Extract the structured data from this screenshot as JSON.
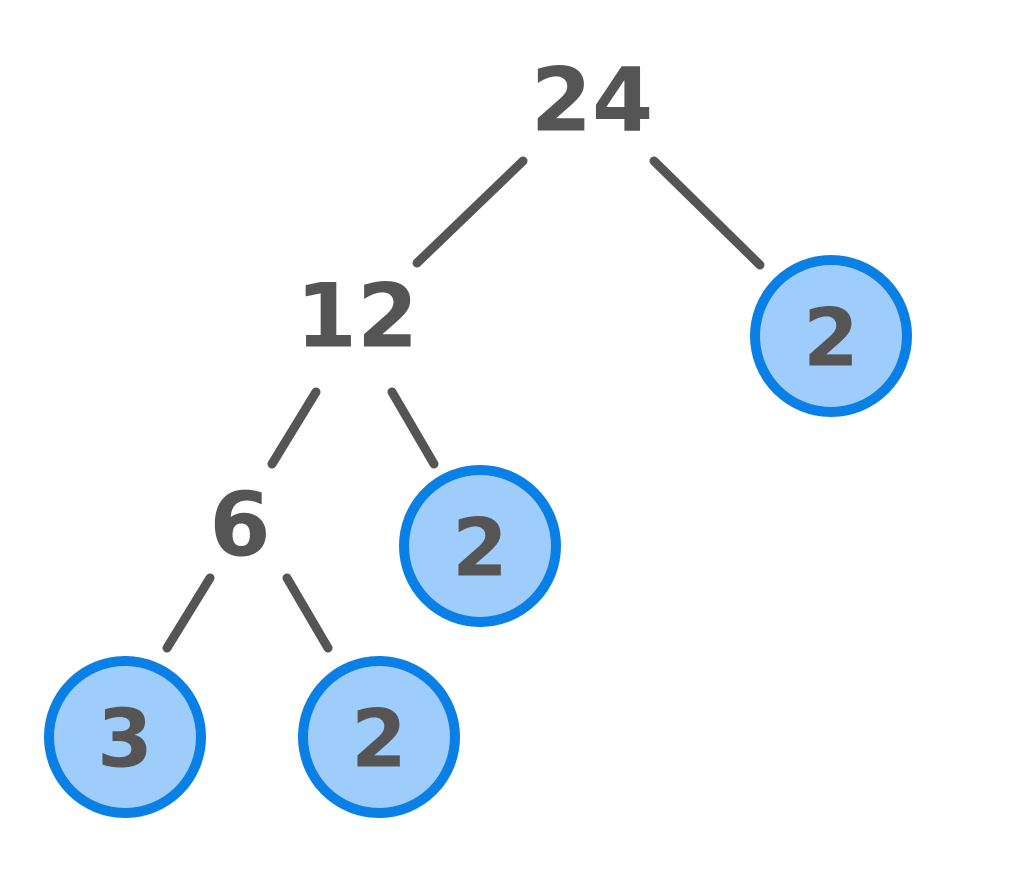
{
  "diagram": {
    "type": "factor-tree",
    "root": "24",
    "nodes": [
      {
        "id": "n24",
        "value": "24",
        "kind": "composite"
      },
      {
        "id": "n12",
        "value": "12",
        "kind": "composite"
      },
      {
        "id": "n2a",
        "value": "2",
        "kind": "prime"
      },
      {
        "id": "n6",
        "value": "6",
        "kind": "composite"
      },
      {
        "id": "n2b",
        "value": "2",
        "kind": "prime"
      },
      {
        "id": "n3",
        "value": "3",
        "kind": "prime"
      },
      {
        "id": "n2c",
        "value": "2",
        "kind": "prime"
      }
    ],
    "edges": [
      [
        "n24",
        "n12"
      ],
      [
        "n24",
        "n2a"
      ],
      [
        "n12",
        "n6"
      ],
      [
        "n12",
        "n2b"
      ],
      [
        "n6",
        "n3"
      ],
      [
        "n6",
        "n2c"
      ]
    ],
    "colors": {
      "text": "#555555",
      "branch": "#555555",
      "prime_fill": "#9fcdfb",
      "prime_stroke": "#0a7fe6",
      "background": "#ffffff"
    }
  }
}
